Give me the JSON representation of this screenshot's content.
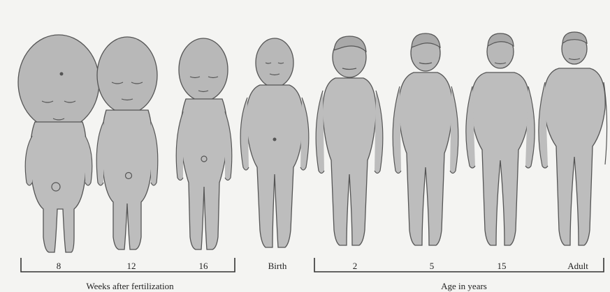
{
  "stages": [
    {
      "label": "8"
    },
    {
      "label": "12"
    },
    {
      "label": "16"
    },
    {
      "label": "Birth"
    },
    {
      "label": "2"
    },
    {
      "label": "5"
    },
    {
      "label": "15"
    },
    {
      "label": "Adult"
    }
  ],
  "groups": {
    "prenatal": "Weeks after fertilization",
    "postnatal": "Age in years"
  },
  "colors": {
    "body_fill": "#bdbdbd",
    "head_fill": "#b8b8b8",
    "outline": "#555555",
    "bracket": "#333333"
  }
}
